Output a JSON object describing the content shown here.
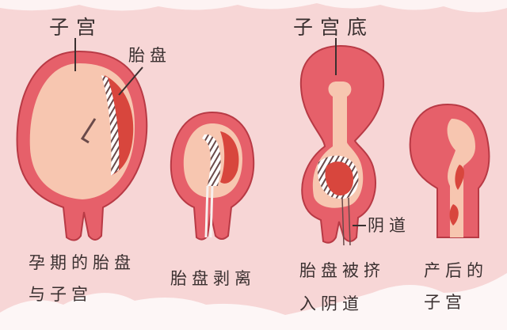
{
  "labels": {
    "uterus": "子宫",
    "placenta": "胎盘",
    "fundus": "子宫底",
    "vagina": "阴道"
  },
  "stages": [
    {
      "line1": "孕期的胎盘",
      "line2": "与子宫"
    },
    {
      "line1": "胎盘剥离",
      "line2": ""
    },
    {
      "line1": "胎盘被挤",
      "line2": "入阴道"
    },
    {
      "line1": "产后的",
      "line2": "子宫"
    }
  ],
  "colors": {
    "background": "#f7d6d6",
    "uterus_wall": "#e6606a",
    "uterus_inner": "#f7c6b0",
    "placenta": "#d8463d"
  }
}
